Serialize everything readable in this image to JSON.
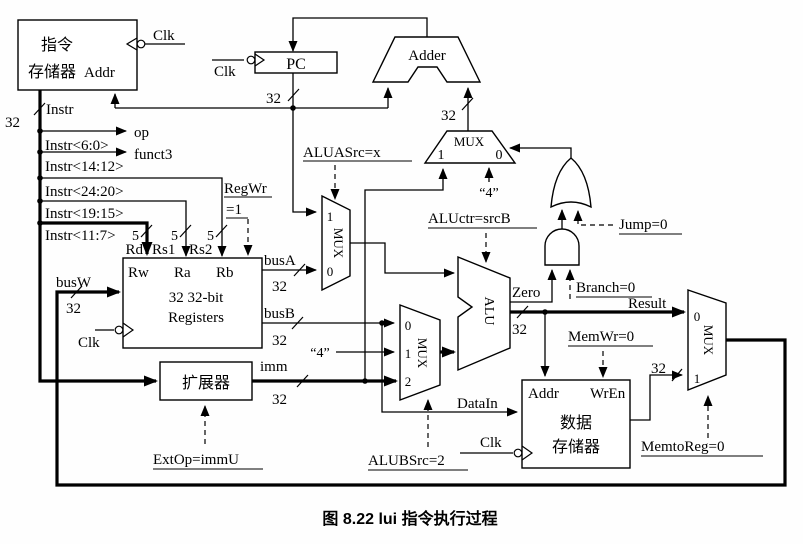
{
  "figure_caption": "图 8.22  lui 指令执行过程",
  "common": {
    "clk": "Clk",
    "mux": "MUX",
    "b32": "32",
    "b5": "5",
    "n0": "0",
    "n1": "1",
    "n2": "2",
    "c4": "“4”"
  },
  "instruction_memory": {
    "l1": "指令",
    "l2": "存储器",
    "addr": "Addr"
  },
  "pc": {
    "label": "PC"
  },
  "adder": {
    "label": "Adder"
  },
  "instr": {
    "bus": "Instr",
    "op": "op",
    "funct3": "funct3",
    "i6_0": "Instr<6:0>",
    "i14_12": "Instr<14:12>",
    "i24_20": "Instr<24:20>",
    "i19_15": "Instr<19:15>",
    "i11_7": "Instr<11:7>",
    "rd": "Rd",
    "rs1": "Rs1",
    "rs2": "Rs2"
  },
  "registers": {
    "rw": "Rw",
    "ra": "Ra",
    "rb": "Rb",
    "l1": "32 32-bit",
    "l2": "Registers",
    "busw": "busW",
    "busa": "busA",
    "busb": "busB"
  },
  "extender": {
    "name": "扩展器",
    "imm": "imm"
  },
  "alu": {
    "label": "ALU",
    "zero": "Zero",
    "result": "Result"
  },
  "memory": {
    "addr": "Addr",
    "wren": "WrEn",
    "l1": "数据",
    "l2": "存储器",
    "datain": "DataIn"
  },
  "controls": {
    "regwr": "RegWr",
    "regwr_val": "=1",
    "aluasrc": "ALUASrc=x",
    "aluctr": "ALUctr=srcB",
    "alubsrc": "ALUBSrc=2",
    "extop": "ExtOp=immU",
    "jump": "Jump=0",
    "branch": "Branch=0",
    "memwr": "MemWr=0",
    "memtoreg": "MemtoReg=0"
  }
}
